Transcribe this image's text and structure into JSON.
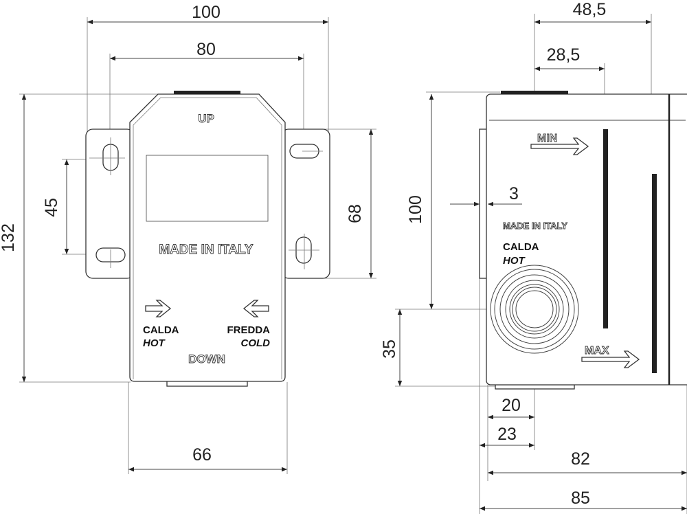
{
  "front_view": {
    "up_label": "UP",
    "down_label": "DOWN",
    "made_in": "MADE IN ITALY",
    "hot_it": "CALDA",
    "hot_en": "HOT",
    "cold_it": "FREDDA",
    "cold_en": "COLD",
    "dimensions": {
      "overall_width": "100",
      "hole_spacing_h": "80",
      "height": "132",
      "hole_spacing_v_left": "45",
      "hole_spacing_v_right": "68",
      "body_width": "66"
    }
  },
  "side_view": {
    "min_label": "MIN",
    "max_label": "MAX",
    "made_in": "MADE IN ITALY",
    "hot_it": "CALDA",
    "hot_en": "HOT",
    "dimensions": {
      "top_a": "48,5",
      "top_b": "28,5",
      "height": "100",
      "offset": "3",
      "outlet_height": "35",
      "outlet_x1": "20",
      "outlet_x2": "23",
      "depth_a": "82",
      "depth_b": "85"
    }
  }
}
